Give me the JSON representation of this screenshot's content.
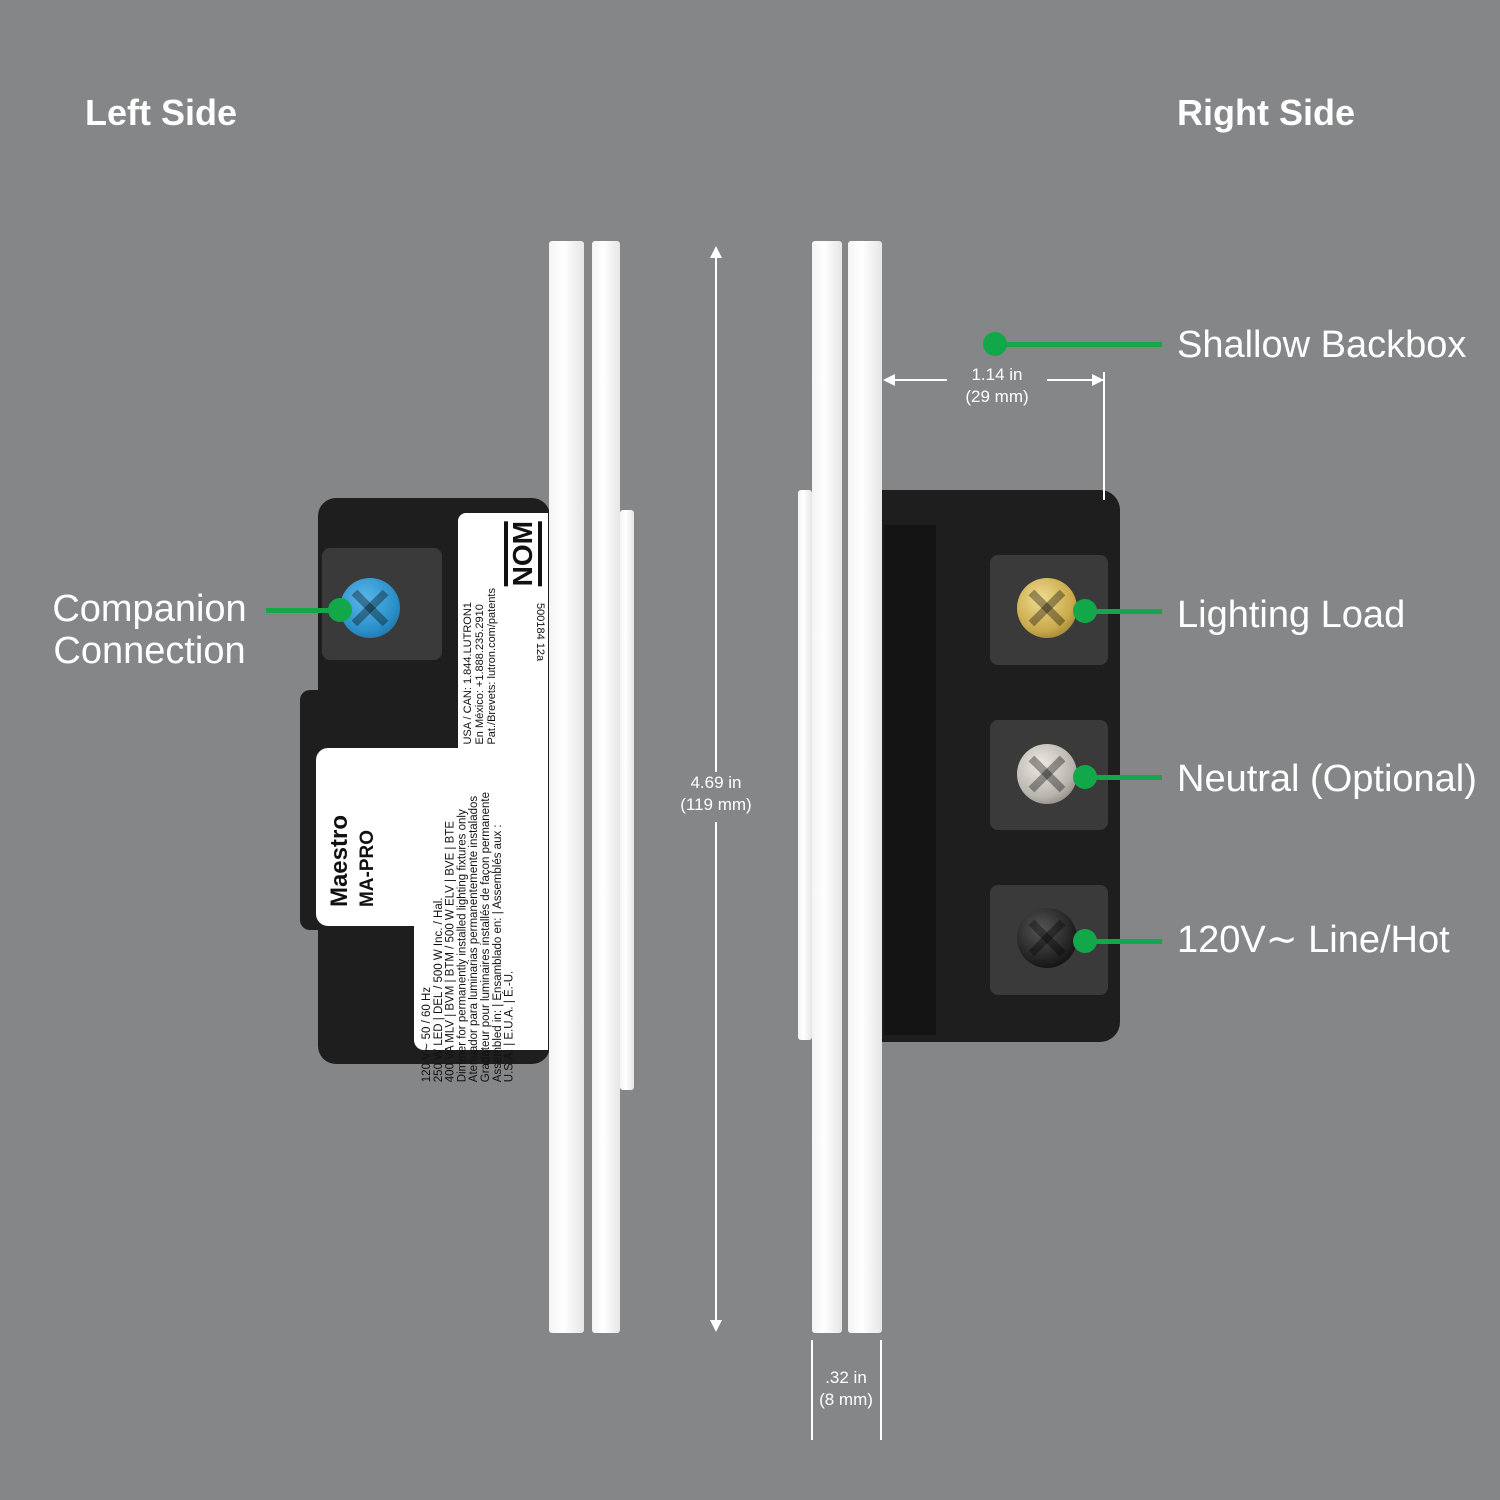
{
  "titles": {
    "left": "Left Side",
    "right": "Right Side"
  },
  "callouts": {
    "companion": [
      "Companion",
      "Connection"
    ],
    "backbox": "Shallow Backbox",
    "load": "Lighting Load",
    "neutral": "Neutral (Optional)",
    "line": "120V∼ Line/Hot"
  },
  "dimensions": {
    "height": [
      "4.69 in",
      "(119 mm)"
    ],
    "depth": [
      "1.14 in",
      "(29 mm)"
    ],
    "thickness": [
      ".32 in",
      "(8 mm)"
    ]
  },
  "device_label": {
    "brand": "Maestro",
    "model": "MA-PRO",
    "specs": [
      "120 V∼  50 / 60 Hz",
      "250 W LED | DEL / 500 W Inc. / Hal.",
      "400 VA MLV | BVM | BTM / 500 W ELV | BVE | BTE",
      "Dimmer for permanently installed lighting fixtures only",
      "Atenuador para luminarias permanentemente instalados",
      "Gradateur pour luminaires installés de façon permanente",
      "Assembled in: | Ensamblado en: | Assemblés aux :",
      "U.S.A. | E.U.A. | É.-U."
    ],
    "contact": [
      "USA / CAN:    1.844.LUTRON1",
      "En México:  +1.888.235.2910",
      "Pat./Brevets:  lutron.com/patents"
    ],
    "cert": "NOM",
    "part_no": "500184 12a"
  },
  "colors": {
    "background": "#858688",
    "callout": "#12a84a",
    "companion_screw": "#2a8fc9",
    "load_screw": "#c9a94a",
    "neutral_screw": "#b8b4ae",
    "line_screw": "#222222"
  }
}
